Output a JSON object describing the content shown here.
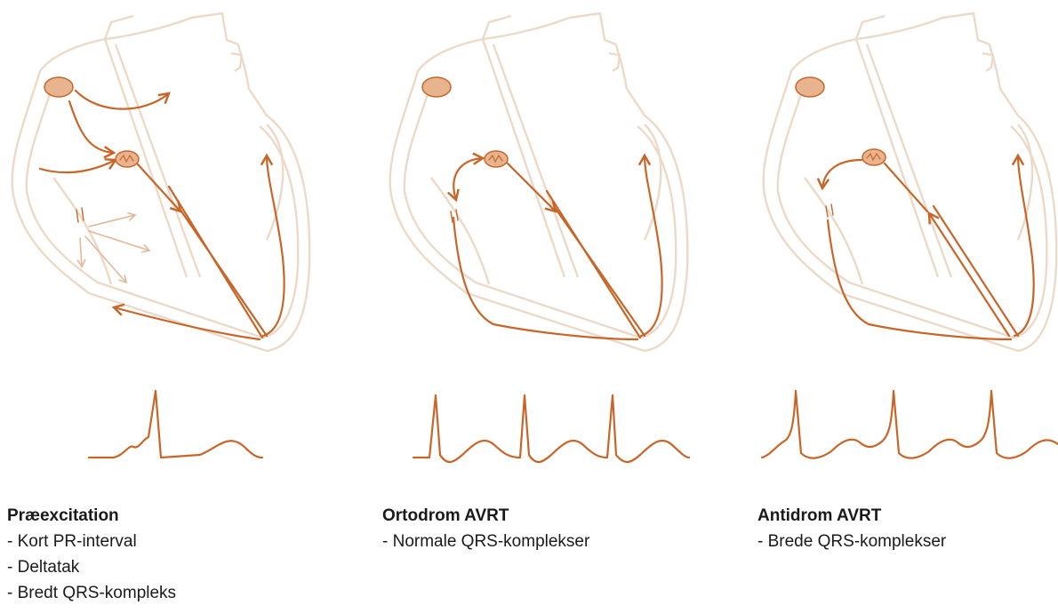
{
  "colors": {
    "outline": "#ecd9c8",
    "conduction": "#c8662a",
    "node_fill": "#e8b48f",
    "text": "#1a1a1a"
  },
  "panels": [
    {
      "title": "Præexcitation",
      "items": [
        "Kort PR-interval",
        "Deltatak",
        "Bredt QRS-kompleks"
      ]
    },
    {
      "title": "Ortodrom AVRT",
      "items": [
        "Normale QRS-komplekser"
      ]
    },
    {
      "title": "Antidrom AVRT",
      "items": [
        "Brede QRS-komplekser"
      ]
    }
  ]
}
